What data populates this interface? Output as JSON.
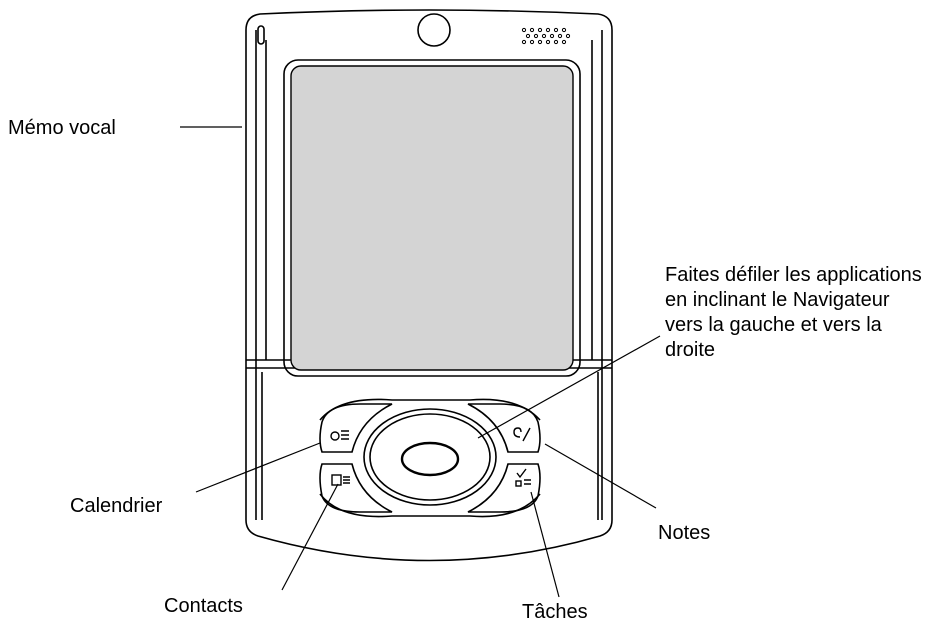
{
  "diagram": {
    "device_name": "",
    "callouts": {
      "voice_memo": "Mémo vocal",
      "navigator": "Faites défiler les applications en inclinant le Navigateur vers la gauche et vers la droite",
      "calendar": "Calendrier",
      "notes": "Notes",
      "contacts": "Contacts",
      "tasks": "Tâches"
    },
    "buttons": {
      "calendar": {
        "icon": "calendar-icon"
      },
      "contacts": {
        "icon": "contacts-icon"
      },
      "notes": {
        "icon": "notes-icon"
      },
      "tasks": {
        "icon": "tasks-icon"
      }
    }
  }
}
